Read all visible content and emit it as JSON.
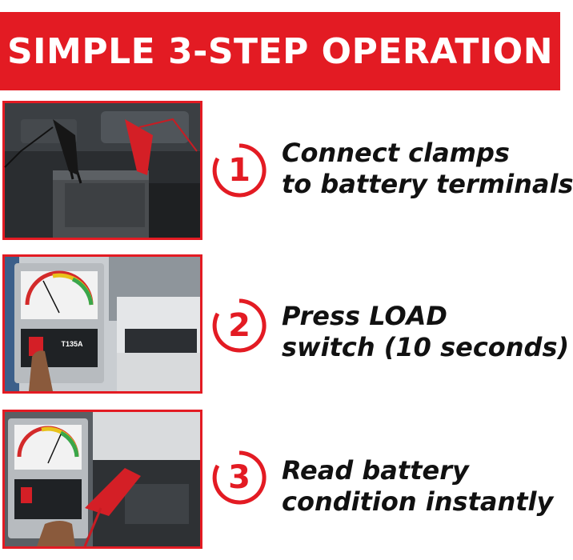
{
  "banner": {
    "title": "SIMPLE 3-STEP OPERATION"
  },
  "colors": {
    "accent": "#e31b23",
    "text": "#111111",
    "background": "#ffffff"
  },
  "steps": [
    {
      "number": "1",
      "line1": "Connect clamps",
      "line2": "to battery terminals"
    },
    {
      "number": "2",
      "line1": "Press LOAD",
      "line2": "switch (10 seconds)"
    },
    {
      "number": "3",
      "line1": "Read battery",
      "line2": "condition instantly"
    }
  ],
  "device": {
    "model": "T135A"
  }
}
